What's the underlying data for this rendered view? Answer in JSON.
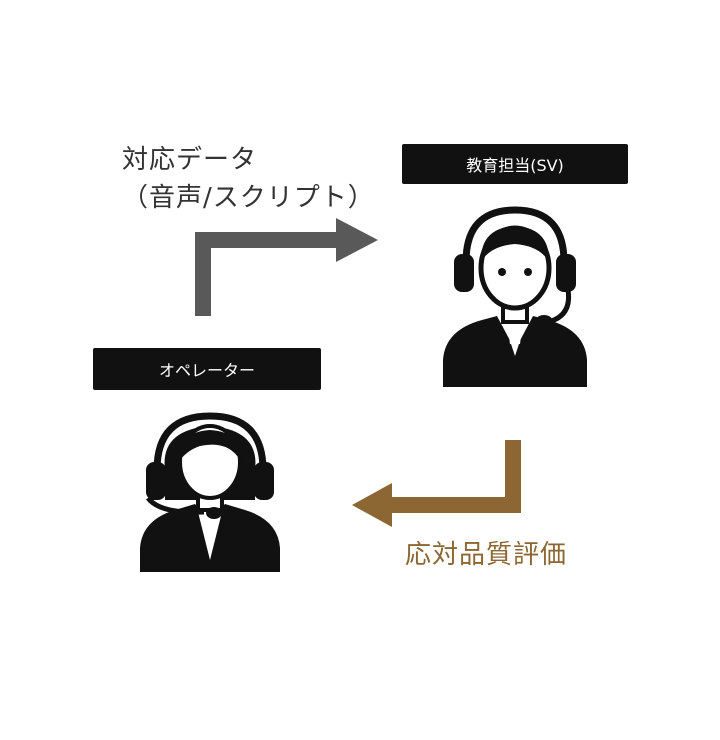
{
  "supervisor": {
    "label": "教育担当(SV)"
  },
  "operator": {
    "label": "オペレーター"
  },
  "flow_to_supervisor": {
    "line1": "対応データ",
    "line2": "（音声/スクリプト）"
  },
  "flow_to_operator": {
    "label": "応対品質評価"
  },
  "colors": {
    "arrow_gray": "#595959",
    "arrow_brown": "#8c6633",
    "figure": "#111111",
    "label_bg": "#111111"
  },
  "icons": {
    "supervisor": "headset-person-icon",
    "operator": "headset-woman-icon"
  }
}
